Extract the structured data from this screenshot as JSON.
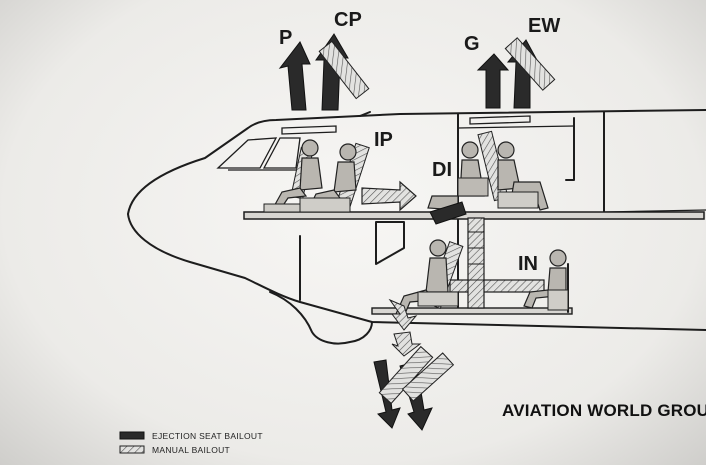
{
  "labels": {
    "pilot": "P",
    "copilot": "CP",
    "gunner": "G",
    "ew_officer": "EW",
    "instructor_pilot": "IP",
    "defense_instructor": "DI",
    "instructor_navigator": "IN"
  },
  "watermark": "AVIATION WORLD GROUP",
  "legend": {
    "ejection": "EJECTION SEAT BAILOUT",
    "manual": "MANUAL BAILOUT"
  },
  "colors": {
    "ejection_arrow": "#2a2a2a",
    "manual_arrow": "#dcdcdc",
    "line": "#1d1d1d",
    "background": "#efeeec"
  }
}
